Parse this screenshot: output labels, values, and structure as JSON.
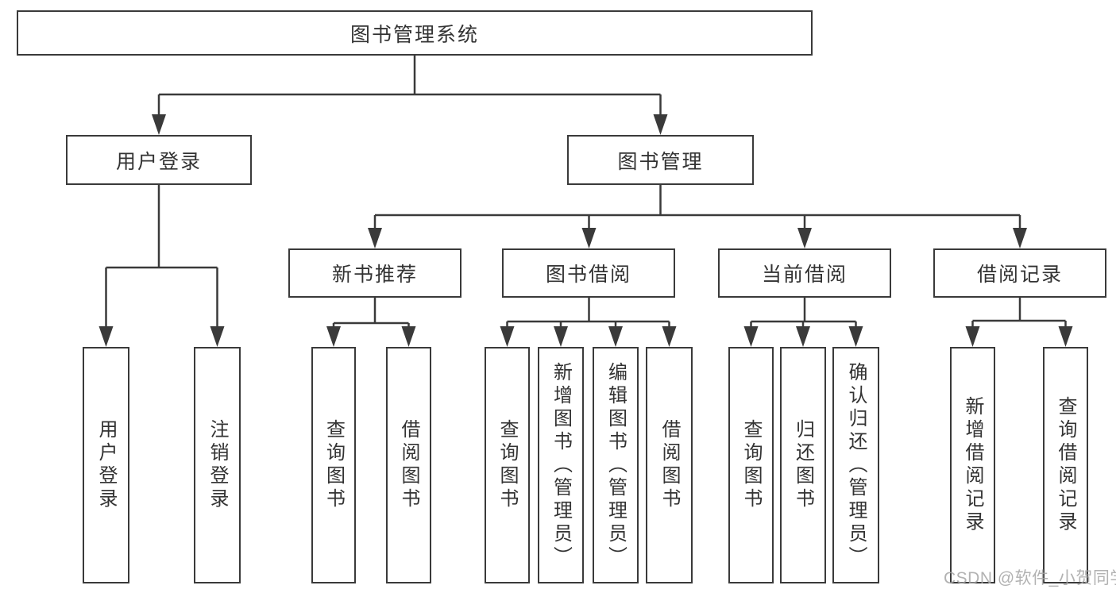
{
  "diagram": {
    "type": "hierarchy-tree",
    "title": "图书管理系统",
    "colors": {
      "line": "#3a3a3a",
      "border": "#3a3a3a",
      "text": "#333333",
      "background": "#ffffff",
      "watermark": "#a5a5a5"
    },
    "nodes": {
      "root": "图书管理系统",
      "user_login": "用户登录",
      "book_management": "图书管理",
      "new_book_recommend": "新书推荐",
      "book_borrow": "图书借阅",
      "current_borrow": "当前借阅",
      "borrow_records": "借阅记录",
      "leaf_user_login": "用户登录",
      "leaf_logout": "注销登录",
      "leaf_query_book_1": "查询图书",
      "leaf_borrow_book_1": "借阅图书",
      "leaf_query_book_2": "查询图书",
      "leaf_add_book_admin": "新增图书（管理员）",
      "leaf_edit_book_admin": "编辑图书（管理员）",
      "leaf_borrow_book_2": "借阅图书",
      "leaf_query_book_3": "查询图书",
      "leaf_return_book": "归还图书",
      "leaf_confirm_return_admin": "确认归还（管理员）",
      "leaf_add_borrow_record": "新增借阅记录",
      "leaf_query_borrow_record": "查询借阅记录"
    },
    "hierarchy": {
      "图书管理系统": {
        "用户登录": [
          "用户登录",
          "注销登录"
        ],
        "图书管理": {
          "新书推荐": [
            "查询图书",
            "借阅图书"
          ],
          "图书借阅": [
            "查询图书",
            "新增图书（管理员）",
            "编辑图书（管理员）",
            "借阅图书"
          ],
          "当前借阅": [
            "查询图书",
            "归还图书",
            "确认归还（管理员）"
          ],
          "借阅记录": [
            "新增借阅记录",
            "查询借阅记录"
          ]
        }
      }
    },
    "watermark": "CSDN @软件_小贺同学"
  }
}
